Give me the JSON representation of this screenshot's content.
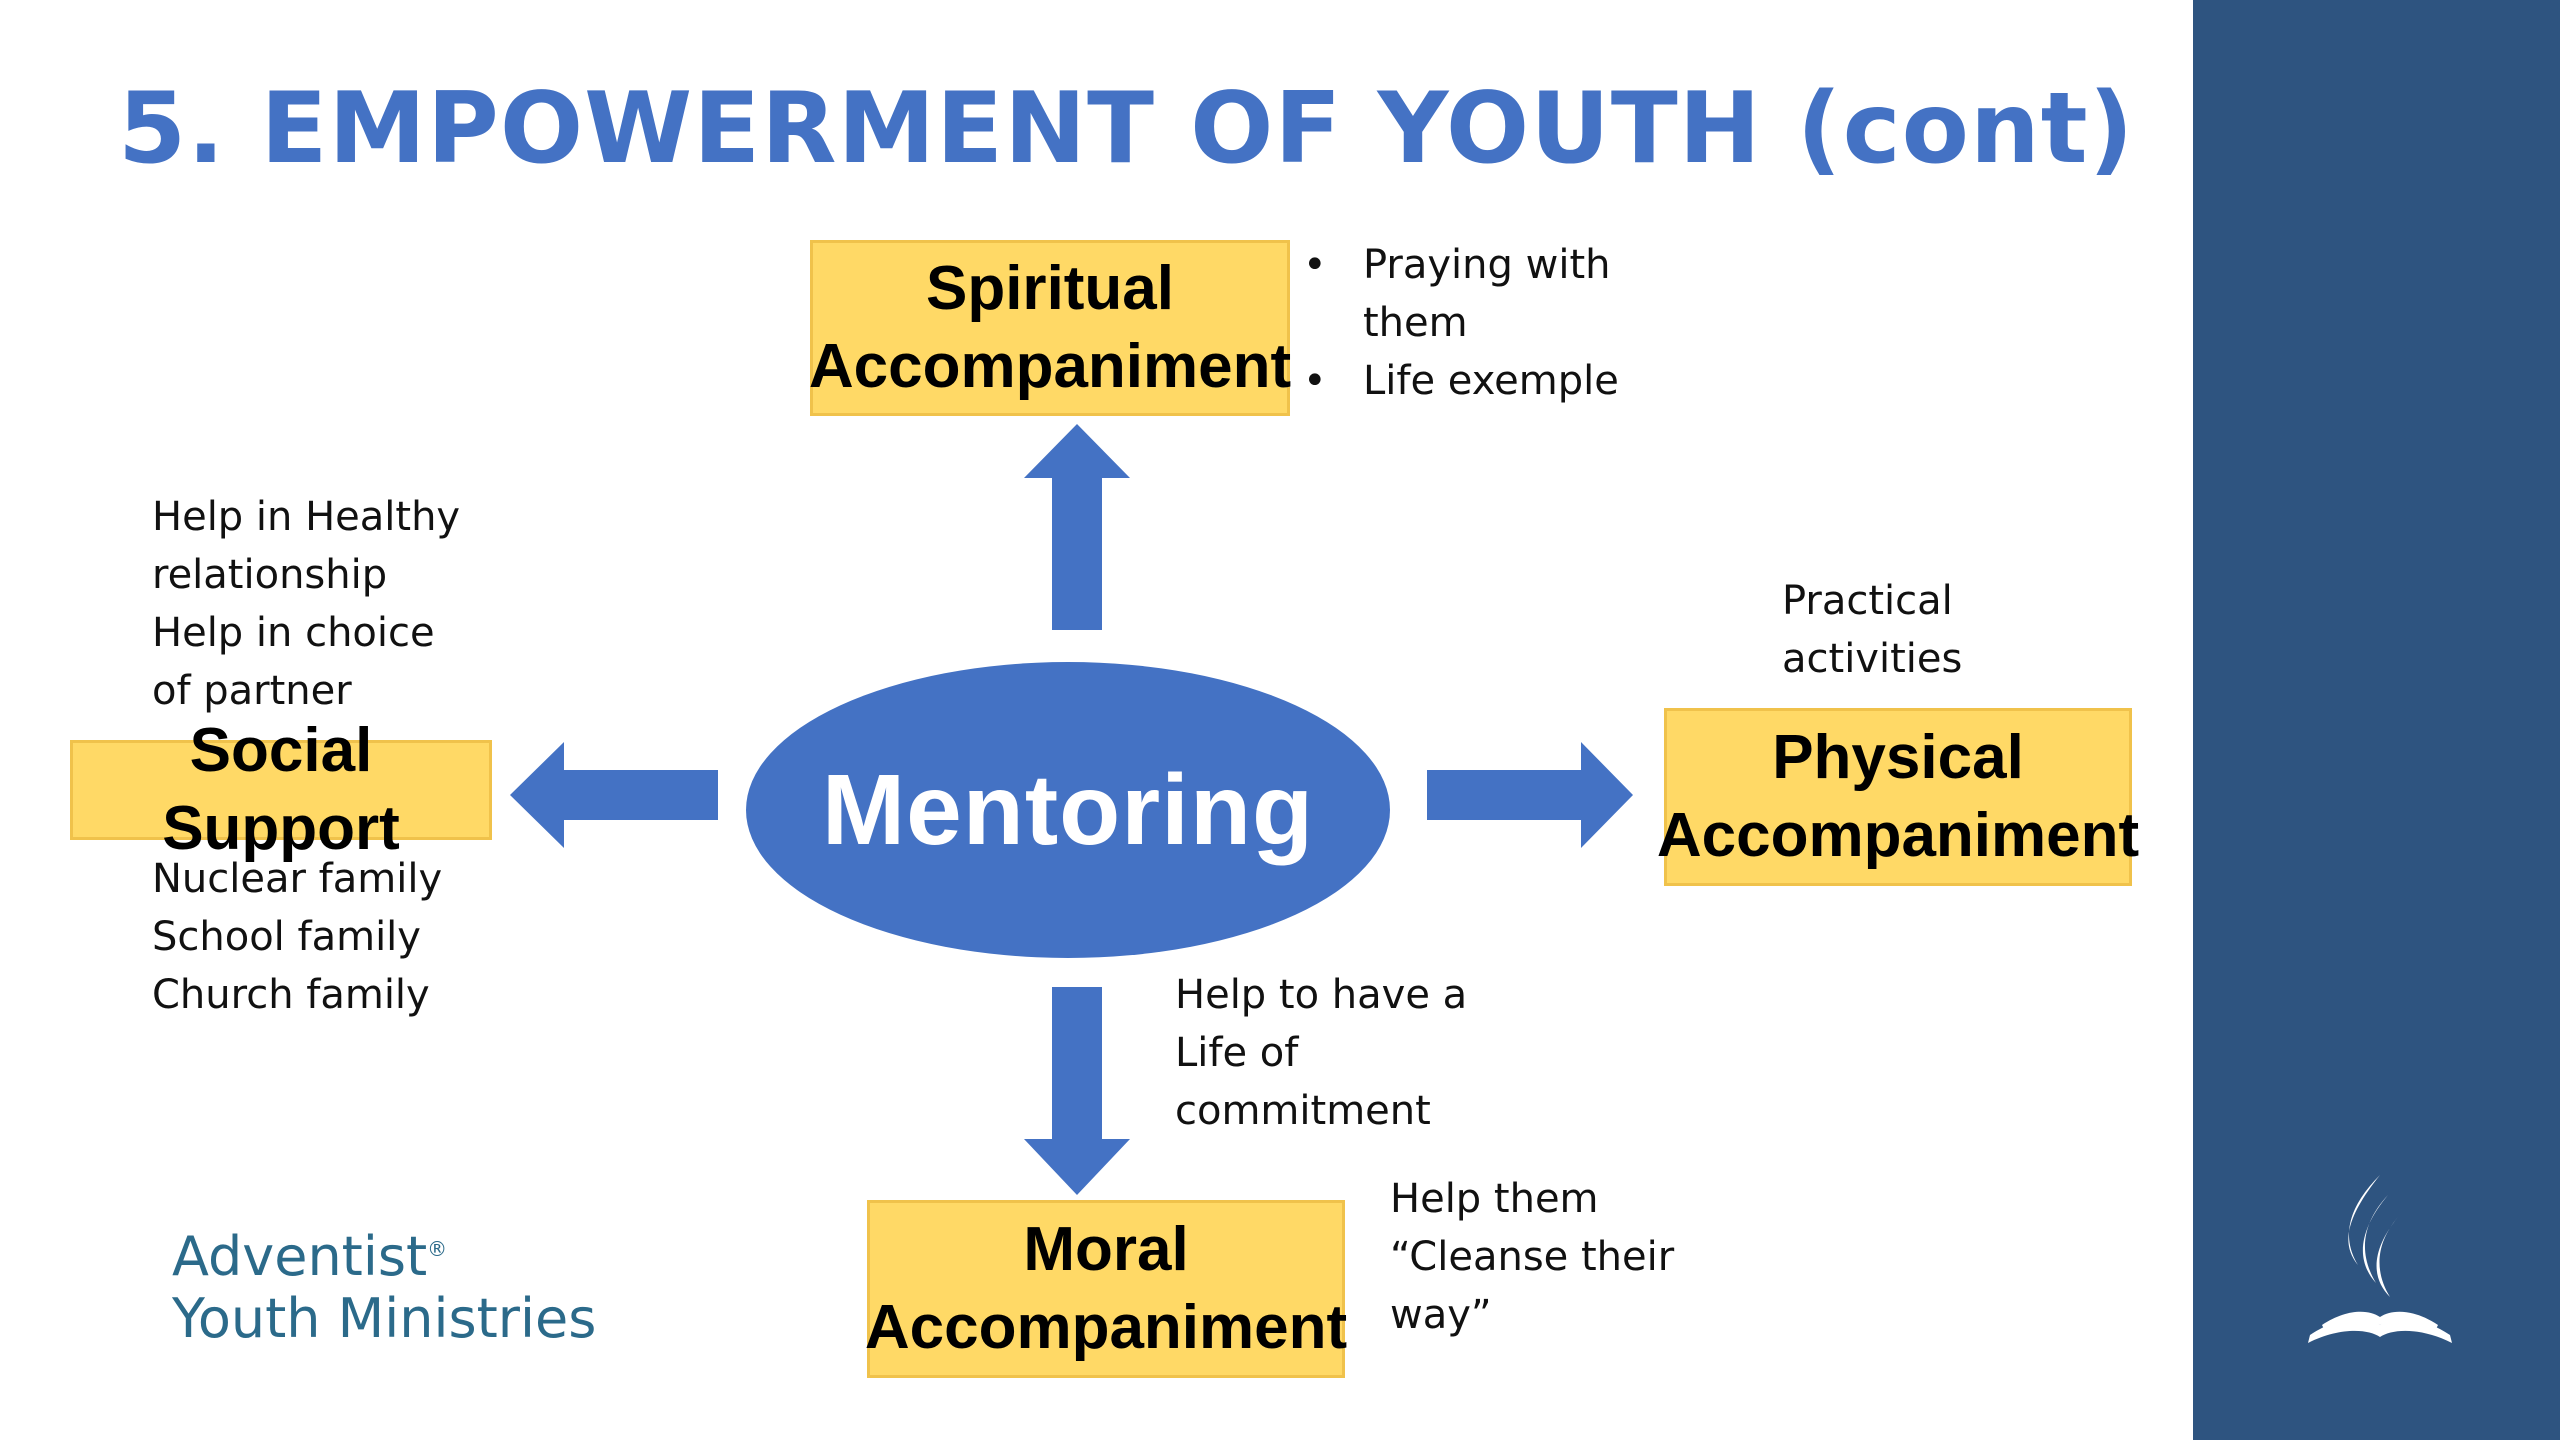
{
  "title": "5. EMPOWERMENT OF YOUTH (cont)",
  "center": "Mentoring",
  "spiritual": {
    "line1": "Spiritual",
    "line2": "Accompaniment",
    "bullets": [
      "Praying with them",
      "Life exemple"
    ]
  },
  "social": {
    "label": "Social Support",
    "notes_above": [
      "Help in Healthy",
      "relationship",
      "Help in choice",
      "of partner"
    ],
    "notes_below": [
      "Nuclear family",
      "School family",
      "Church family"
    ]
  },
  "physical": {
    "line1": "Physical",
    "line2": "Accompaniment",
    "notes": [
      "Practical",
      "activities"
    ]
  },
  "moral": {
    "line1": "Moral",
    "line2": "Accompaniment",
    "notes_arrow": [
      "Help to have a",
      "Life of",
      "commitment"
    ],
    "notes_side": [
      "Help them",
      "“Cleanse their",
      "way”"
    ]
  },
  "logo": {
    "line1": "Adventist",
    "registered": "®",
    "line2": "Youth Ministries"
  },
  "colors": {
    "title": "#4472c4",
    "arrow": "#4472c4",
    "box_fill": "#ffd966",
    "box_border": "#f0c24b",
    "sidebar": "#2e5480",
    "logo": "#2b6a8a"
  },
  "icons": [
    "flame-bible-emblem-icon"
  ]
}
